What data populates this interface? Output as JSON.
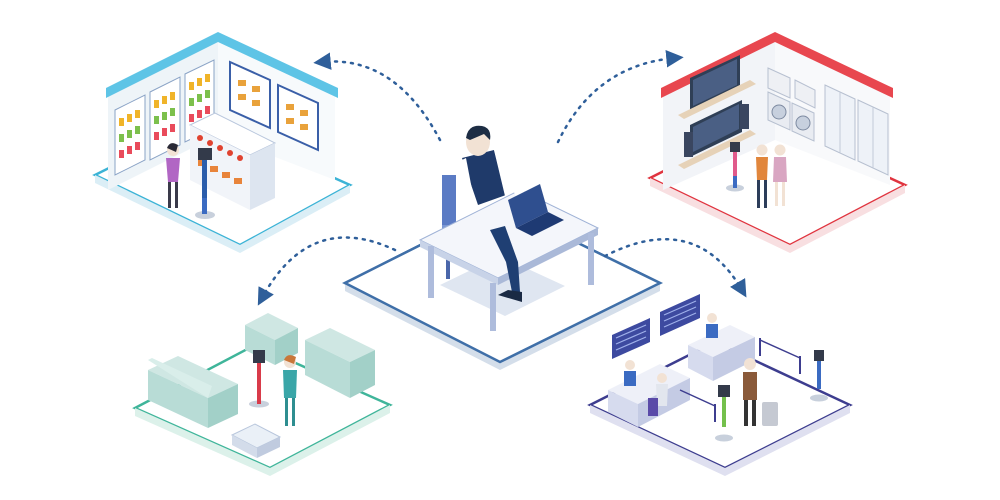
{
  "scene": {
    "center": {
      "name": "remote-operator-desk",
      "platform_edge_color": "#3f6fa8"
    },
    "venues": [
      {
        "name": "supermarket",
        "edge_color": "#3bb3d6",
        "wall_color": "#5ec4e6"
      },
      {
        "name": "electronics-store",
        "edge_color": "#e0343f",
        "wall_color": "#e8474f"
      },
      {
        "name": "lounge",
        "edge_color": "#3fb59a",
        "wall_color": "#8fd0c4"
      },
      {
        "name": "airport-checkin",
        "edge_color": "#3d3d8f",
        "wall_color": "#4a5aa8"
      }
    ],
    "arrow_color": "#2f5f9a"
  }
}
